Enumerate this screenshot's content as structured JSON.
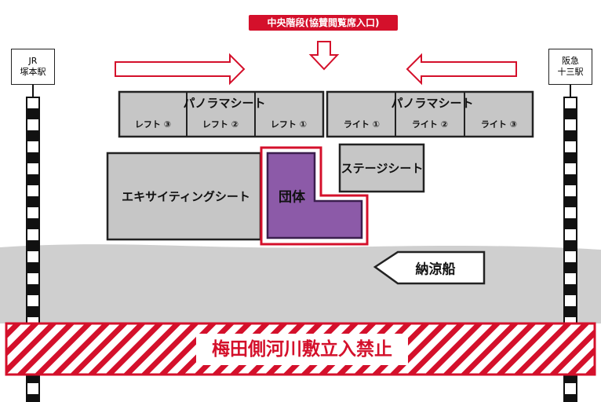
{
  "entrance_label": "中央階段(協賛閲覧席入口)",
  "stations": {
    "left": "JR\n塚本駅",
    "right": "阪急\n十三駅"
  },
  "panorama": {
    "left": {
      "title": "パノラマシート",
      "seats": [
        "レフト ③",
        "レフト ②",
        "レフト ①"
      ]
    },
    "right": {
      "title": "パノラマシート",
      "seats": [
        "ライト ①",
        "ライト ②",
        "ライト ③"
      ]
    }
  },
  "stage_seat": "ステージシート",
  "exciting_seat": "エキサイティングシート",
  "group_seat": "団体",
  "cruise_boat": "納涼船",
  "no_entry": "梅田側河川敷立入禁止",
  "colors": {
    "accent_red": "#d4102b",
    "seat_gray": "#c6c6c6",
    "group_purple": "#8c5aa8",
    "river_gray": "#cfcfcf"
  }
}
